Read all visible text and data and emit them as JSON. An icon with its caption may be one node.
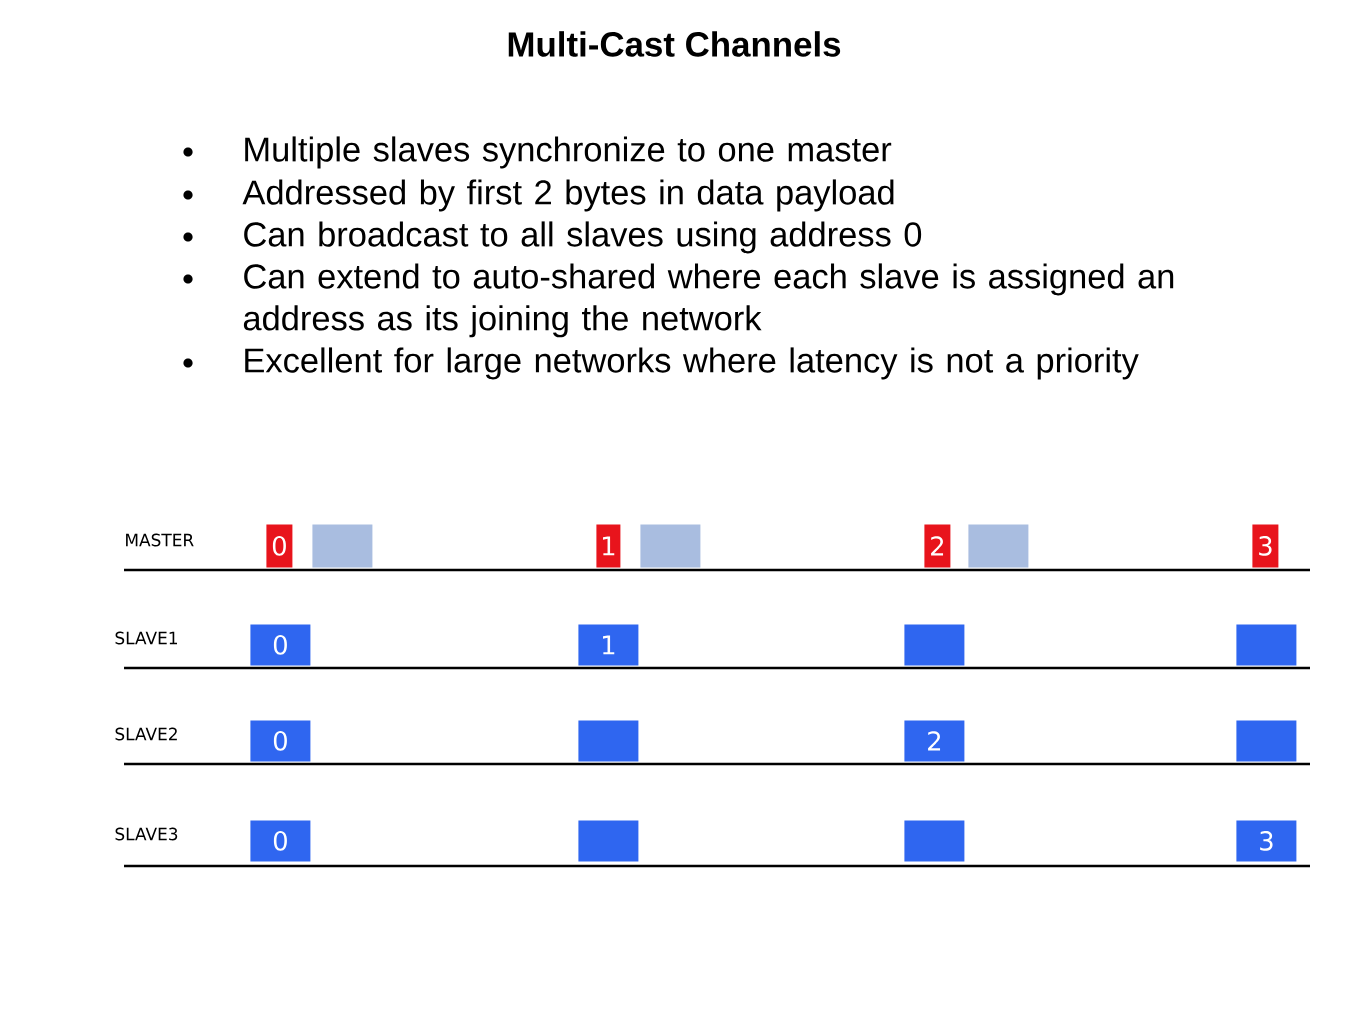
{
  "diagram": {
    "title": "Multi-Cast Channels",
    "nodes": [
      {
        "text": [
          "0"
        ]
      },
      {
        "text": [],
        "shape": "box"
      },
      {
        "text": [
          "1"
        ]
      },
      {
        "text": [],
        "shape": "box"
      },
      {
        "text": [
          "2"
        ]
      },
      {
        "text": [],
        "shape": "box"
      },
      {
        "text": [
          "3"
        ]
      },
      {
        "text": [
          "0"
        ]
      },
      {
        "text": [
          "1"
        ]
      },
      {
        "text": [],
        "shape": "box"
      },
      {
        "text": [],
        "shape": "box"
      },
      {
        "text": [
          "0"
        ]
      },
      {
        "text": [],
        "shape": "box"
      },
      {
        "text": [
          "2"
        ]
      },
      {
        "text": [],
        "shape": "box"
      },
      {
        "text": [
          "0"
        ]
      },
      {
        "text": [],
        "shape": "box"
      },
      {
        "text": [],
        "shape": "box"
      },
      {
        "text": [
          "3"
        ]
      }
    ],
    "labels": [
      "Multiple slaves synchronize to one master",
      "Addressed by first 2 bytes in data payload",
      "Can broadcast to all slaves using address 0",
      "Can extend to auto-shared where each slave is assigned an address as its joining the network",
      "Excellent for large networks where latency is not a priority",
      "MASTER",
      "SLAVE1",
      "SLAVE2",
      "SLAVE3"
    ]
  }
}
